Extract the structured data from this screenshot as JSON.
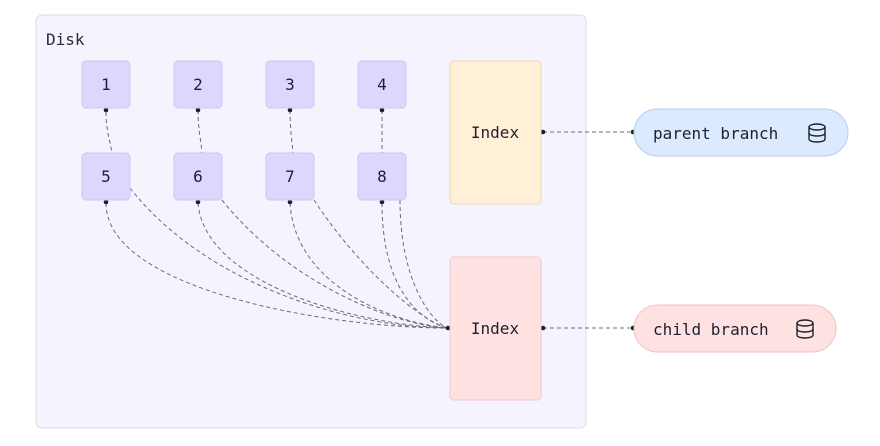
{
  "disk": {
    "title": "Disk"
  },
  "blocks": [
    "1",
    "2",
    "3",
    "4",
    "5",
    "6",
    "7",
    "8"
  ],
  "indexes": {
    "parent": "Index",
    "child": "Index"
  },
  "branches": {
    "parent": "parent branch",
    "child": "child branch"
  },
  "colors": {
    "disk_bg": "#f4f3fe",
    "disk_border": "#dcdbe8",
    "block_fill": "#dcd7fd",
    "block_border": "#cdc7f5",
    "parent_index_fill": "#fff0d6",
    "parent_index_border": "#e9d9b8",
    "child_index_fill": "#fee2e2",
    "child_index_border": "#f0c8c8",
    "parent_branch_fill": "#dbeafe",
    "parent_branch_border": "#b9cdea",
    "child_branch_fill": "#fee2e2",
    "child_branch_border": "#efc4c4",
    "connector": "#6b6b78"
  },
  "icons": {
    "branch_icon": "database-icon"
  }
}
